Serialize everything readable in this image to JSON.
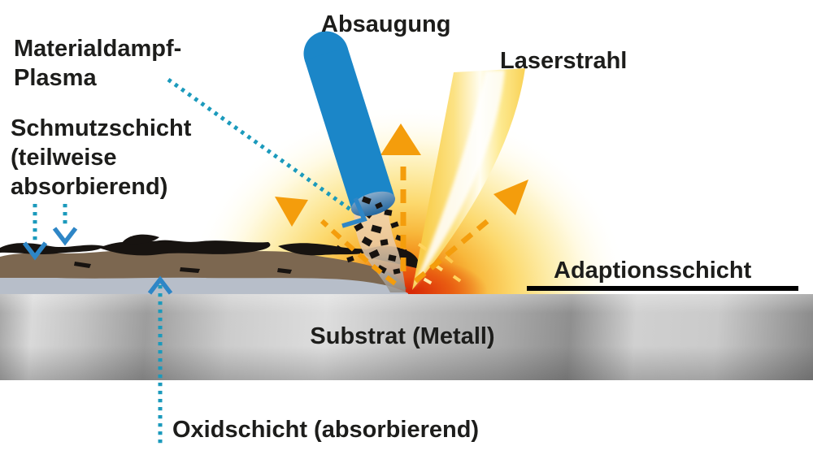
{
  "labels": {
    "absaugung": "Absaugung",
    "laserstrahl": "Laserstrahl",
    "materialdampf": [
      "Materialdampf-",
      "Plasma"
    ],
    "schmutzschicht": [
      "Schmutzschicht",
      "(teilweise",
      "absorbierend)"
    ],
    "adaptionsschicht": "Adaptionsschicht",
    "substrat": "Substrat (Metall)",
    "oxidschicht": "Oxidschicht (absorbierend)"
  },
  "colors": {
    "text": "#1d1d1b",
    "tube_blue": "#1b86c8",
    "tube_end_dark": "#2a6ea8",
    "leader_teal": "#1b9abc",
    "leader_arrow_blue": "#2e86c6",
    "arrow_orange": "#f49d0c",
    "laser_yellow": "#f9d052",
    "glow_core_red": "#e8470f",
    "glow_orange": "#f59a1c",
    "dirt_black": "#171310",
    "dirt_brown": "#7c6750",
    "oxide_gray": "#b7bec9",
    "substrate_gray": "#bdbdbd",
    "adaption_line_black": "#000000"
  },
  "icons": {
    "suction-tube-icon": "blue cylinder",
    "laser-beam-icon": "yellow converging cone",
    "emission-arrow-icon": "orange dashed arrow",
    "leader-arrow-icon": "teal dotted leader with chevron"
  }
}
